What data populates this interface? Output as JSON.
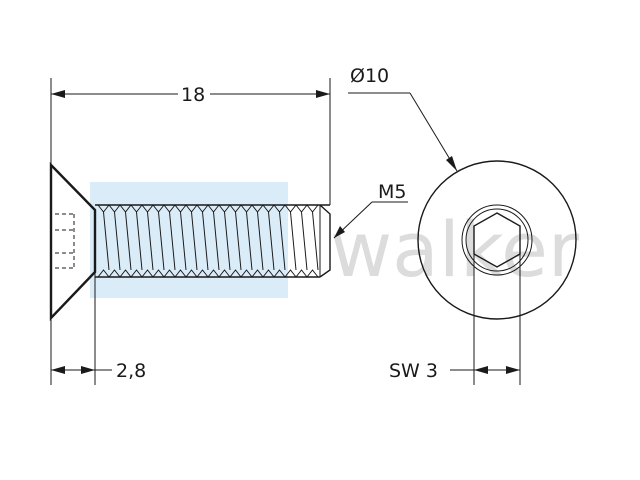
{
  "dimensions": {
    "length": "18",
    "head_height": "2,8",
    "head_diameter": "Ø10",
    "thread": "M5",
    "socket_size": "SW 3"
  },
  "watermark": {
    "text": "walker",
    "band_color": "#cfe6f7",
    "text_color": "#dcdcdc"
  },
  "colors": {
    "line": "#1a1a1a",
    "background": "#ffffff"
  }
}
